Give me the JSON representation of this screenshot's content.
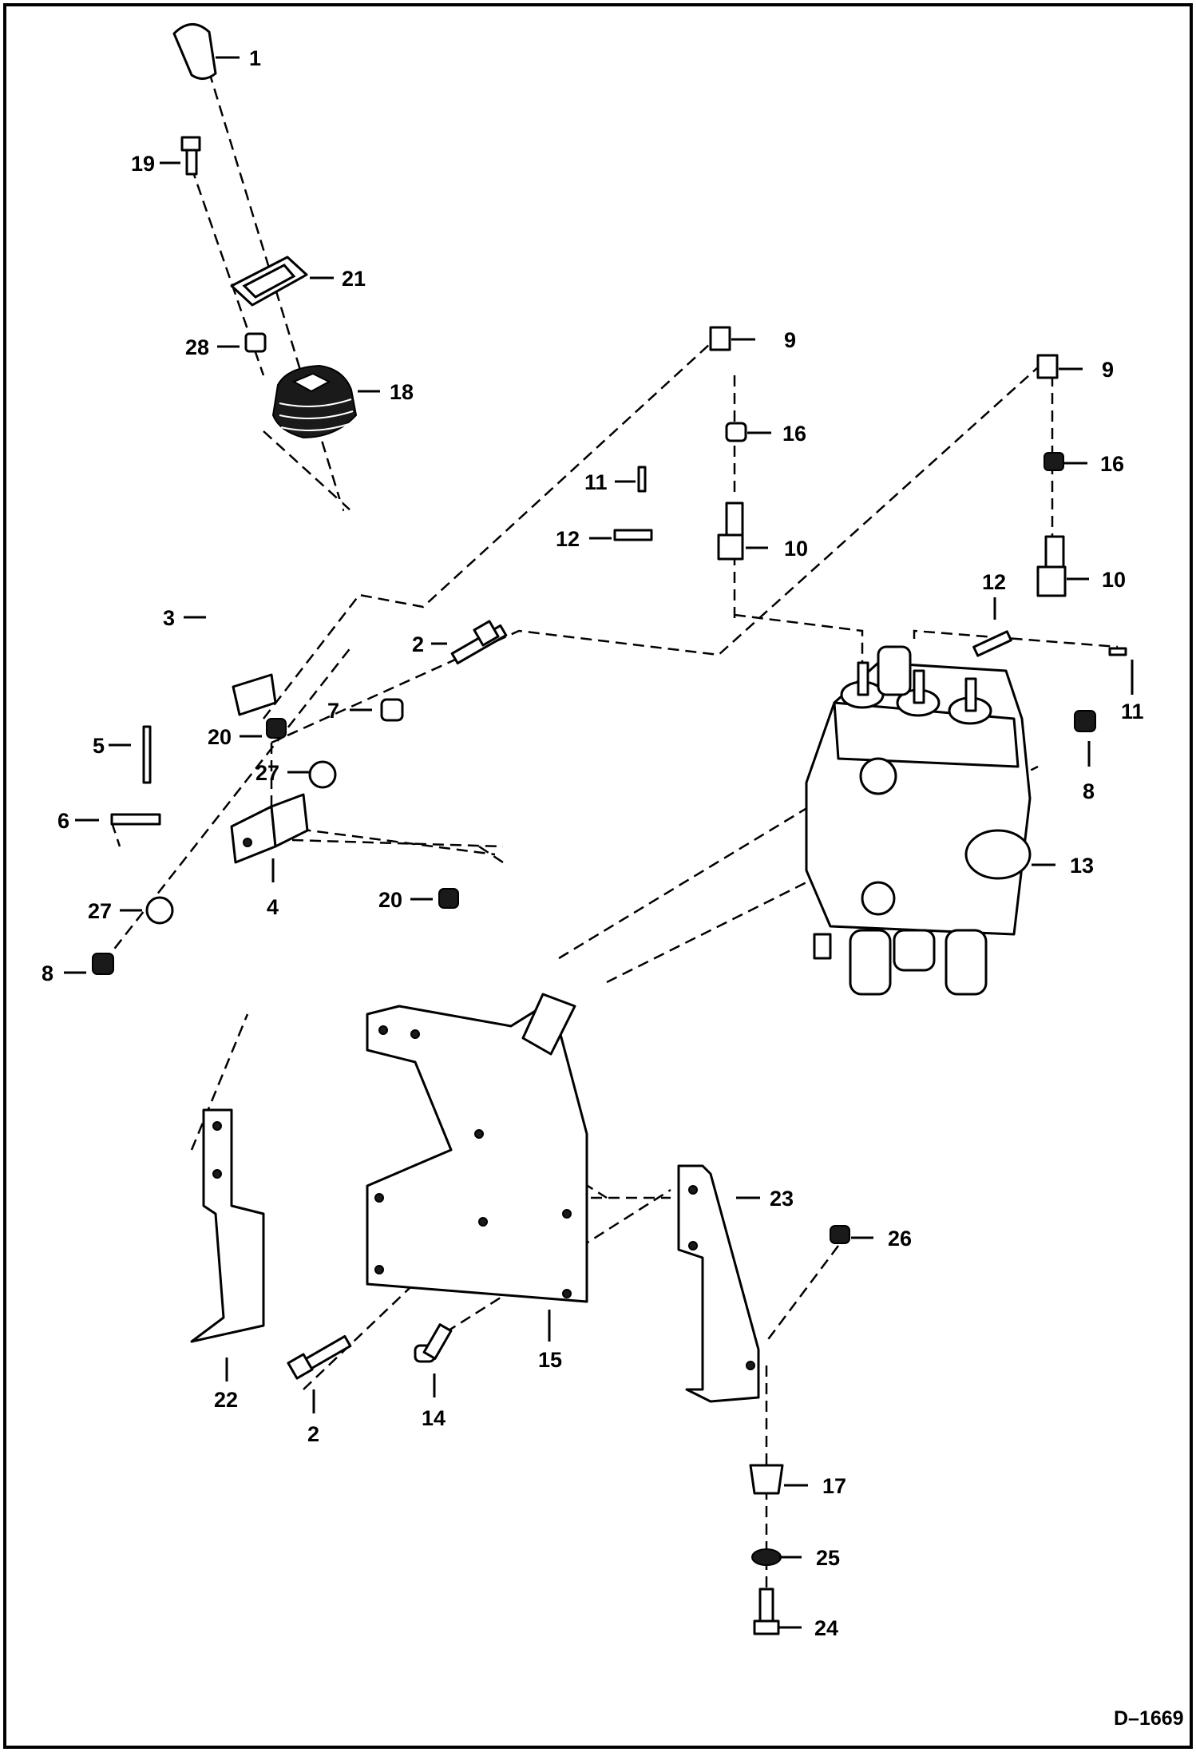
{
  "drawing_number": "D–1669",
  "callouts": [
    "1",
    "19",
    "21",
    "28",
    "18",
    "3",
    "2",
    "7",
    "20",
    "27",
    "5",
    "6",
    "4",
    "27",
    "20",
    "8",
    "9",
    "16",
    "11",
    "12",
    "10",
    "9",
    "16",
    "12",
    "10",
    "11",
    "8",
    "13",
    "15",
    "22",
    "2",
    "14",
    "23",
    "26",
    "17",
    "25",
    "24"
  ]
}
